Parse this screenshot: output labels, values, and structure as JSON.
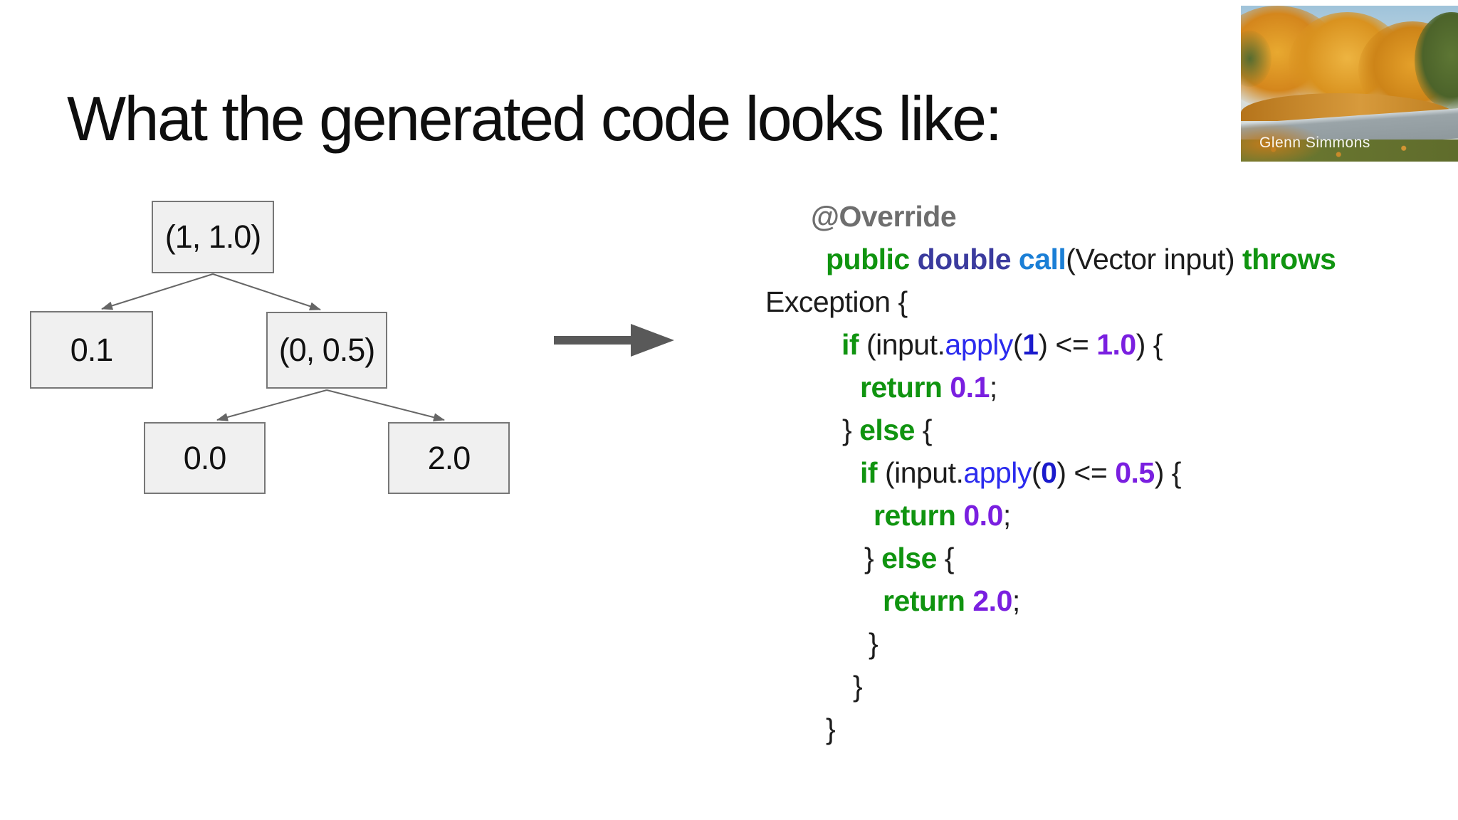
{
  "slide": {
    "title": "What the generated code looks like:"
  },
  "photo": {
    "credit": "Glenn Simmons"
  },
  "tree": {
    "nodes": [
      {
        "id": "root",
        "label": "(1, 1.0)"
      },
      {
        "id": "left",
        "label": "0.1"
      },
      {
        "id": "right",
        "label": "(0, 0.5)"
      },
      {
        "id": "right-left",
        "label": "0.0"
      },
      {
        "id": "right-right",
        "label": "2.0"
      }
    ]
  },
  "syntax_colors": {
    "plain": "#1c1c1c",
    "annotation": "#6e6e6e",
    "keyword": "#109410",
    "type": "#3b3b9e",
    "method": "#1b7fd6",
    "call": "#2b2bee",
    "int": "#1a1acc",
    "double": "#7a1fe0"
  },
  "code": {
    "lines": [
      {
        "indent": 64,
        "tokens": [
          {
            "t": "@Override",
            "s": "annotation"
          }
        ]
      },
      {
        "indent": 85,
        "tokens": [
          {
            "t": "public",
            "s": "keyword"
          },
          {
            "t": " ",
            "s": "plain"
          },
          {
            "t": "double",
            "s": "type"
          },
          {
            "t": " ",
            "s": "plain"
          },
          {
            "t": "call",
            "s": "method"
          },
          {
            "t": "(Vector input) ",
            "s": "plain"
          },
          {
            "t": "throws",
            "s": "keyword"
          }
        ]
      },
      {
        "indent": 0,
        "tokens": [
          {
            "t": "Exception {",
            "s": "plain"
          }
        ]
      },
      {
        "indent": 107,
        "tokens": [
          {
            "t": "if",
            "s": "keyword"
          },
          {
            "t": " (input.",
            "s": "plain"
          },
          {
            "t": "apply",
            "s": "call"
          },
          {
            "t": "(",
            "s": "plain"
          },
          {
            "t": "1",
            "s": "int"
          },
          {
            "t": ") <= ",
            "s": "plain"
          },
          {
            "t": "1.0",
            "s": "double"
          },
          {
            "t": ") {",
            "s": "plain"
          }
        ]
      },
      {
        "indent": 133,
        "tokens": [
          {
            "t": "return",
            "s": "keyword"
          },
          {
            "t": " ",
            "s": "plain"
          },
          {
            "t": "0.1",
            "s": "double"
          },
          {
            "t": ";",
            "s": "plain"
          }
        ]
      },
      {
        "indent": 108,
        "tokens": [
          {
            "t": "} ",
            "s": "plain"
          },
          {
            "t": "else",
            "s": "keyword"
          },
          {
            "t": " {",
            "s": "plain"
          }
        ]
      },
      {
        "indent": 133,
        "tokens": [
          {
            "t": "if",
            "s": "keyword"
          },
          {
            "t": " (input.",
            "s": "plain"
          },
          {
            "t": "apply",
            "s": "call"
          },
          {
            "t": "(",
            "s": "plain"
          },
          {
            "t": "0",
            "s": "int"
          },
          {
            "t": ") <= ",
            "s": "plain"
          },
          {
            "t": "0.5",
            "s": "double"
          },
          {
            "t": ") {",
            "s": "plain"
          }
        ]
      },
      {
        "indent": 152,
        "tokens": [
          {
            "t": "return",
            "s": "keyword"
          },
          {
            "t": " ",
            "s": "plain"
          },
          {
            "t": "0.0",
            "s": "double"
          },
          {
            "t": ";",
            "s": "plain"
          }
        ]
      },
      {
        "indent": 139,
        "tokens": [
          {
            "t": "} ",
            "s": "plain"
          },
          {
            "t": "else",
            "s": "keyword"
          },
          {
            "t": " {",
            "s": "plain"
          }
        ]
      },
      {
        "indent": 165,
        "tokens": [
          {
            "t": "return",
            "s": "keyword"
          },
          {
            "t": " ",
            "s": "plain"
          },
          {
            "t": "2.0",
            "s": "double"
          },
          {
            "t": ";",
            "s": "plain"
          }
        ]
      },
      {
        "indent": 145,
        "tokens": [
          {
            "t": "}",
            "s": "plain"
          }
        ]
      },
      {
        "indent": 123,
        "tokens": [
          {
            "t": "}",
            "s": "plain"
          }
        ]
      },
      {
        "indent": 85,
        "tokens": [
          {
            "t": "}",
            "s": "plain"
          }
        ]
      }
    ]
  },
  "diagram_colors": {
    "node_fill": "#f0f0f0",
    "node_border": "#777777",
    "edge": "#666666",
    "big_arrow": "#595959"
  }
}
